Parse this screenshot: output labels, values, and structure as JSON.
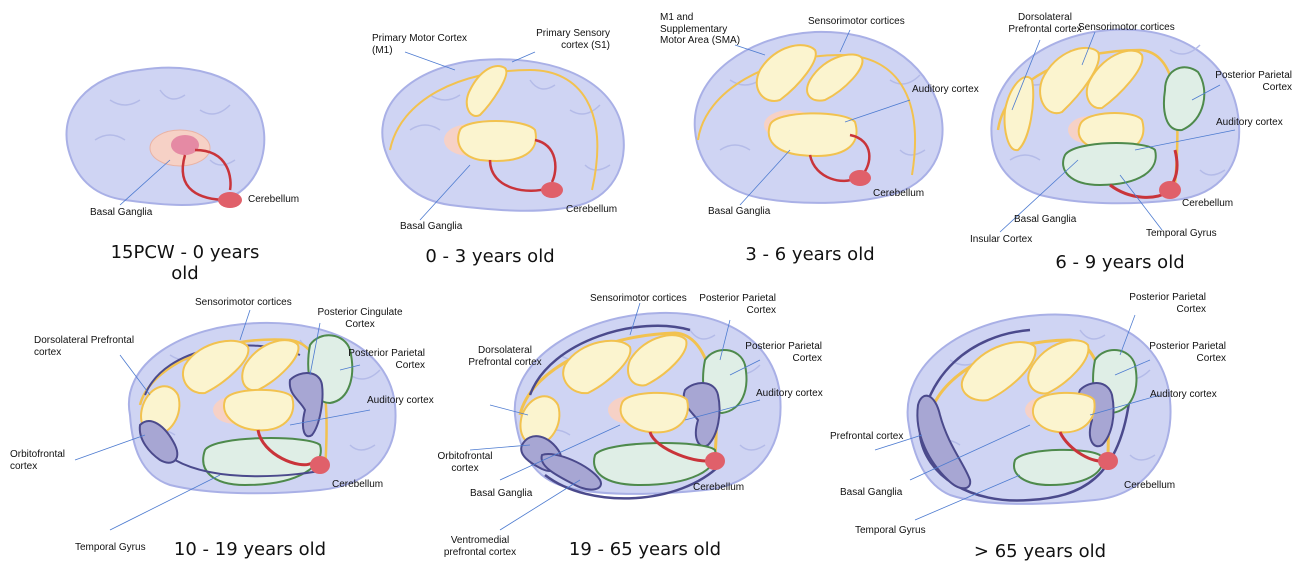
{
  "panels": [
    {
      "caption": "15PCW - 0 years old",
      "labels": {
        "basal_ganglia": "Basal Ganglia",
        "cerebellum": "Cerebellum"
      }
    },
    {
      "caption": "0 - 3 years old",
      "labels": {
        "m1": "Primary Motor Cortex (M1)",
        "s1": "Primary Sensory cortex (S1)",
        "basal_ganglia": "Basal Ganglia",
        "cerebellum": "Cerebellum"
      }
    },
    {
      "caption": "3 - 6 years old",
      "labels": {
        "m1_sma": "M1 and Supplementary Motor Area (SMA)",
        "sensorimotor": "Sensorimotor cortices",
        "auditory": "Auditory cortex",
        "basal_ganglia": "Basal Ganglia",
        "cerebellum": "Cerebellum"
      }
    },
    {
      "caption": "6 - 9 years old",
      "labels": {
        "dlpfc": "Dorsolateral Prefrontal cortex",
        "sensorimotor": "Sensorimotor cortices",
        "ppc": "Posterior Parietal Cortex",
        "auditory": "Auditory cortex",
        "cerebellum": "Cerebellum",
        "basal_ganglia": "Basal Ganglia",
        "insular": "Insular Cortex",
        "temporal": "Temporal Gyrus"
      }
    },
    {
      "caption": "10 - 19 years old",
      "labels": {
        "sensorimotor": "Sensorimotor cortices",
        "pcc": "Posterior Cingulate Cortex",
        "dlpfc": "Dorsolateral Prefrontal cortex",
        "ppc": "Posterior Parietal Cortex",
        "auditory": "Auditory cortex",
        "ofc": "Orbitofrontal cortex",
        "cerebellum": "Cerebellum",
        "temporal": "Temporal Gyrus"
      }
    },
    {
      "caption": "19 - 65 years old",
      "labels": {
        "sensorimotor": "Sensorimotor cortices",
        "ppc1": "Posterior Parietal Cortex",
        "ppc2": "Posterior Parietal Cortex",
        "dlpfc": "Dorsolateral Prefrontal cortex",
        "auditory": "Auditory cortex",
        "ofc": "Orbitofrontal cortex",
        "basal_ganglia": "Basal Ganglia",
        "cerebellum": "Cerebellum",
        "vmpfc": "Ventromedial prefrontal cortex"
      }
    },
    {
      "caption": "> 65  years old",
      "labels": {
        "ppc1": "Posterior Parietal Cortex",
        "ppc2": "Posterior Parietal Cortex",
        "auditory": "Auditory cortex",
        "pfc": "Prefrontal cortex",
        "basal_ganglia": "Basal Ganglia",
        "cerebellum": "Cerebellum",
        "temporal": "Temporal Gyrus"
      }
    }
  ],
  "colors": {
    "brain_fill": "#cfd4f3",
    "brain_edge": "#a9b0e6",
    "sensorimotor_fill": "#fbf4cf",
    "sensorimotor_edge": "#f2c24f",
    "basal_ganglia_fill": "#f6d1c6",
    "putamen": "#e58aa4",
    "cerebellum": "#e0606a",
    "pathway": "#c9343a",
    "association_fill": "#dfeee6",
    "association_edge": "#4e8a4c",
    "cingulate_fill": "#a7a6d3",
    "cingulate_edge": "#4b4a8c",
    "leader": "#4d7bd0"
  }
}
